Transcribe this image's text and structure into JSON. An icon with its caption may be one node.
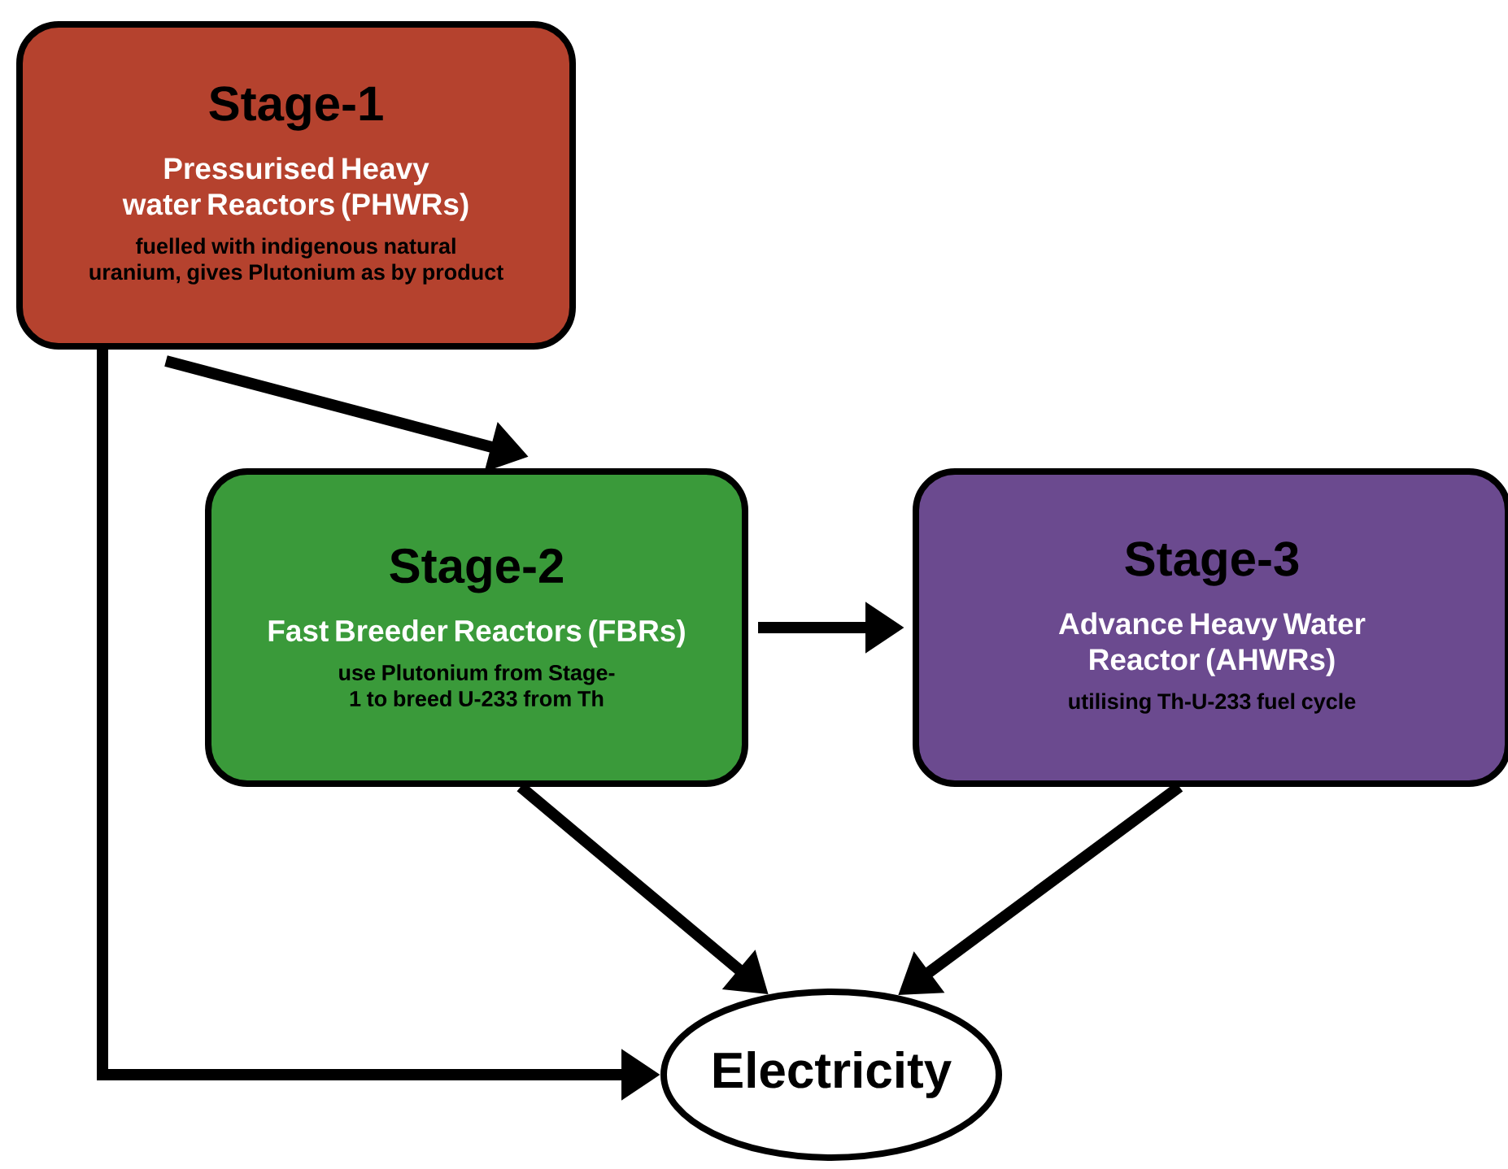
{
  "diagram": {
    "nodes": [
      {
        "text": [
          "Stage-1",
          "Pressurised Heavy water Reactors (PHWRs)",
          "fuelled with indigenous natural uranium, gives Plutonium as by product"
        ]
      },
      {
        "text": [
          "Stage-2",
          "Fast Breeder Reactors (FBRs)",
          "use Plutonium from Stage-1 to breed U-233 from Th"
        ]
      },
      {
        "text": [
          "Stage-3",
          "Advance Heavy Water Reactor (AHWRs)",
          "utilising Th-U-233 fuel cycle"
        ]
      },
      {
        "text": [
          "Electricity"
        ]
      }
    ],
    "edges": [
      {
        "from": 0,
        "to": 1,
        "arrow": "to"
      },
      {
        "from": 1,
        "to": 2,
        "arrow": "to"
      },
      {
        "from": 1,
        "to": 3,
        "arrow": "to"
      },
      {
        "from": 2,
        "to": 3,
        "arrow": "to"
      },
      {
        "from": 0,
        "to": 3,
        "arrow": "to"
      }
    ]
  }
}
